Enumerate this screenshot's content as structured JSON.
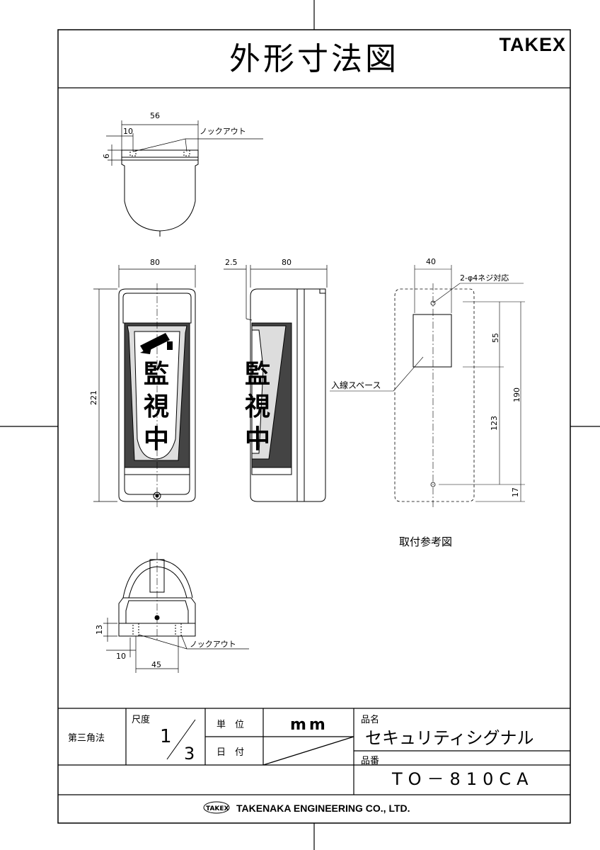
{
  "drawing": {
    "title": "外形寸法図",
    "brand": "TAKEX",
    "company": "TAKENAKA ENGINEERING CO., LTD.",
    "company_logo_text": "TAKEX"
  },
  "views": {
    "top": {
      "dim_width": "56",
      "dim_knock_offset": "10",
      "dim_depth": "6",
      "knockout_label": "ノックアウト"
    },
    "front": {
      "dim_width": "80",
      "dim_height": "221",
      "sign_text": [
        "監",
        "視",
        "中"
      ]
    },
    "side": {
      "dim_gap": "2.5",
      "dim_width": "80"
    },
    "bottom": {
      "dim_height": "13",
      "dim_offset": "10",
      "dim_pitch": "45",
      "knockout_label": "ノックアウト"
    },
    "mounting": {
      "dim_width": "40",
      "screw_label": "2-φ4ネジ対応",
      "wiring_label": "入線スペース",
      "dim_55": "55",
      "dim_190": "190",
      "dim_123": "123",
      "dim_17": "17",
      "caption": "取付参考図"
    }
  },
  "title_block": {
    "projection": "第三角法",
    "scale_label": "尺度",
    "scale_num": "1",
    "scale_den": "3",
    "unit_label": "単　位",
    "unit_value": "mm",
    "date_label": "日　付",
    "product_name_label": "品名",
    "product_name": "セキュリティシグナル",
    "product_no_label": "品番",
    "product_no": "TO－810CA"
  }
}
